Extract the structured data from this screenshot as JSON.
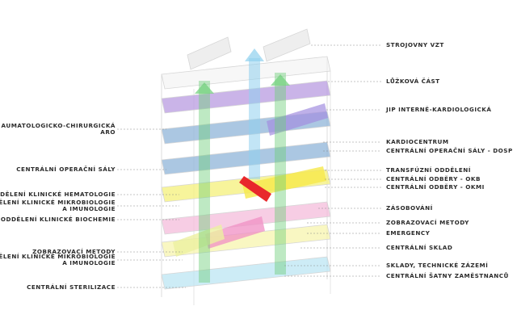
{
  "diagram": {
    "floors": [
      {
        "id": "roof",
        "fill": "#f2f2f2",
        "opacity": 0.6
      },
      {
        "id": "f5",
        "fill": "#b89be0",
        "opacity": 0.75
      },
      {
        "id": "f4",
        "fill": "#8fb4d8",
        "opacity": 0.75
      },
      {
        "id": "f3",
        "fill": "#8fb4d8",
        "opacity": 0.75
      },
      {
        "id": "f2",
        "fill": "#f4f07a",
        "opacity": 0.75
      },
      {
        "id": "f1",
        "fill": "#f4b8d8",
        "opacity": 0.7
      },
      {
        "id": "f0",
        "fill": "#f6f3a8",
        "opacity": 0.7
      },
      {
        "id": "fb",
        "fill": "#b8e4f2",
        "opacity": 0.7
      }
    ],
    "colors": {
      "frame": "#d6d6d6",
      "leader": "#8a8a8a",
      "core_green": "#6fcf7a",
      "core_blue": "#8fd0ee",
      "highlight_red": "#e8282c",
      "text": "#2b2b2b"
    }
  },
  "labels_left": [
    {
      "lines": [
        "AUMATOLOGICKO-CHIRURGICKÁ",
        "ARO"
      ]
    },
    {
      "lines": [
        "CENTRÁLNÍ OPERAČNÍ SÁLY"
      ]
    },
    {
      "lines": [
        "ODDĚLENÍ KLINICKÉ HEMATOLOGIE"
      ]
    },
    {
      "lines": [
        "ODDĚLENÍ KLINICKÉ MIKROBIOLOGIE",
        "A IMUNOLOGIE"
      ]
    },
    {
      "lines": [
        "ODDĚLENÍ KLINICKÉ BIOCHEMIE"
      ]
    },
    {
      "lines": [
        "ZOBRAZOVACÍ METODY"
      ]
    },
    {
      "lines": [
        "ODDĚLENÍ KLINICKÉ MIKROBIOLOGIE",
        "A IMUNOLOGIE"
      ]
    },
    {
      "lines": [
        "CENTRÁLNÍ STERILIZACE"
      ]
    }
  ],
  "labels_right": [
    {
      "lines": [
        "STROJOVNY VZT"
      ]
    },
    {
      "lines": [
        "LŮŽKOVÁ ČÁST"
      ]
    },
    {
      "lines": [
        "JIP INTERNĚ-KARDIOLOGICKÁ"
      ]
    },
    {
      "lines": [
        "KARDIOCENTRUM"
      ]
    },
    {
      "lines": [
        "CENTRÁLNÍ OPERAČNÍ SÁLY - DOSP"
      ]
    },
    {
      "lines": [
        "TRANSFÚZNÍ ODDĚLENÍ"
      ]
    },
    {
      "lines": [
        "CENTRÁLNÍ ODBĚRY - OKB"
      ]
    },
    {
      "lines": [
        "CENTRÁLNÍ ODBĚRY - OKMI"
      ]
    },
    {
      "lines": [
        "ZÁSOBOVÁNÍ"
      ]
    },
    {
      "lines": [
        "ZOBRAZOVACÍ METODY"
      ]
    },
    {
      "lines": [
        "EMERGENCY"
      ]
    },
    {
      "lines": [
        "CENTRÁLNÍ SKLAD"
      ]
    },
    {
      "lines": [
        "SKLADY, TECHNICKÉ ZÁZEMÍ"
      ]
    },
    {
      "lines": [
        "CENTRÁLNÍ ŠATNY ZAMĚSTNANCŮ"
      ]
    }
  ]
}
